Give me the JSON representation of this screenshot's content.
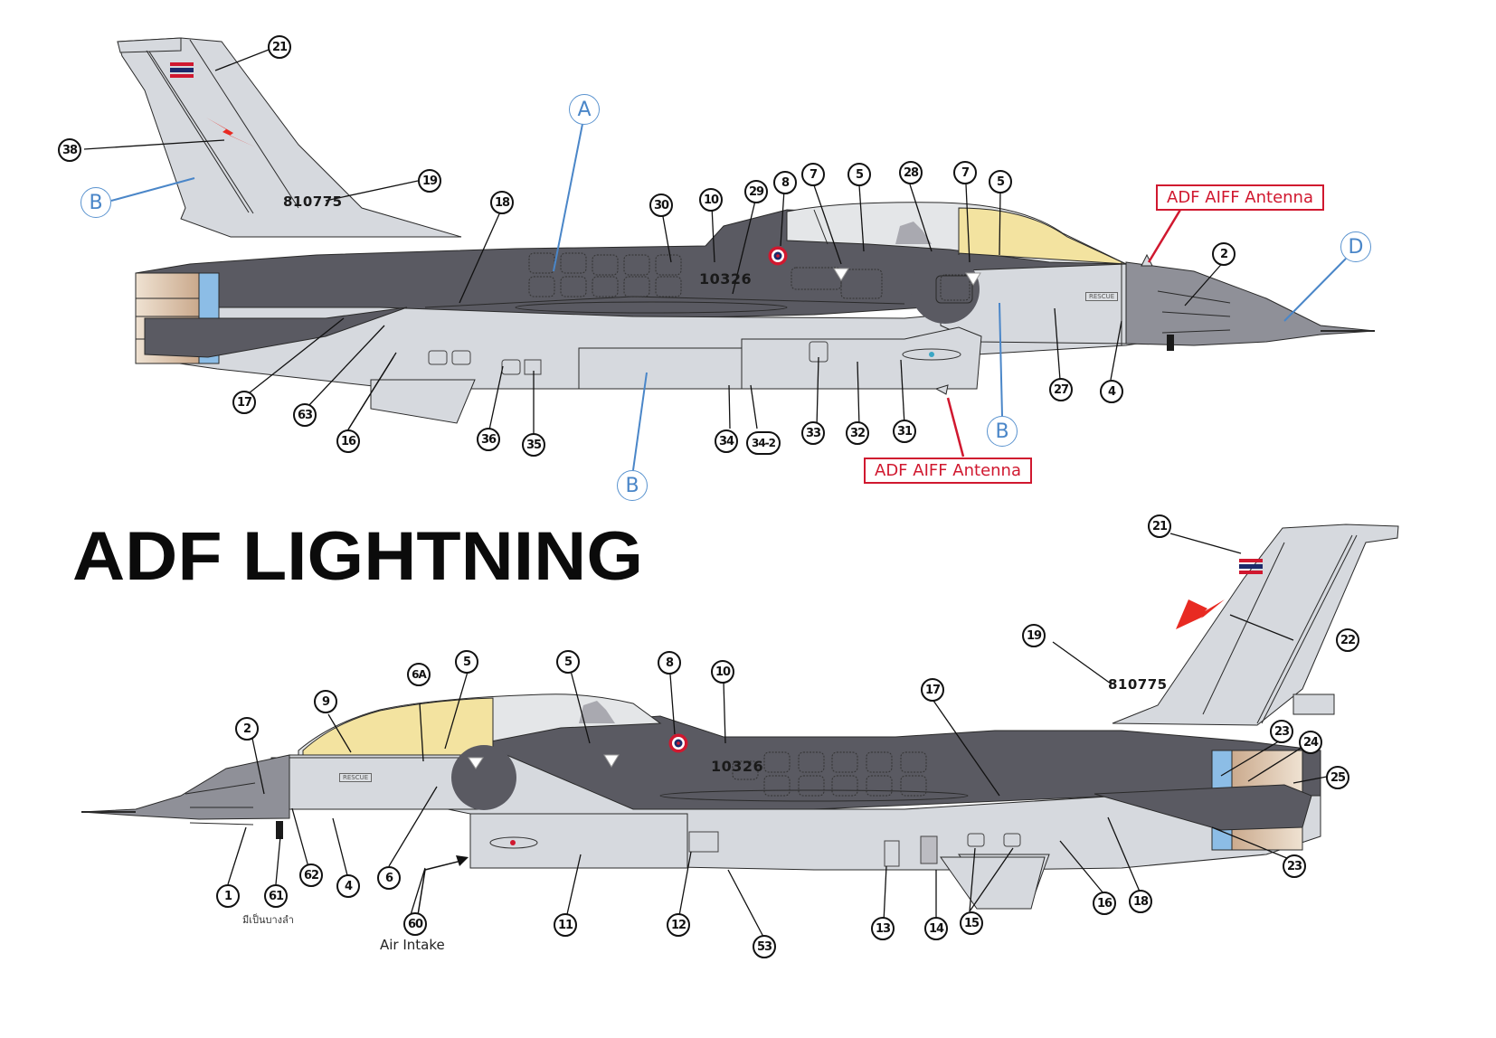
{
  "title": "ADF LIGHTNING",
  "colors": {
    "light_grey": "#d6d9de",
    "dark_grey": "#5a5a62",
    "canopy_yellow": "#f3e3a0",
    "canopy_clear": "#e4e6e8",
    "nose_grey": "#8f9098",
    "section_blue": "#4a86c8",
    "antenna_red": "#d0182f",
    "roundel_red": "#d0182f",
    "nozzle_blue": "#8cbde6",
    "nozzle_tan": "#d9c3ad"
  },
  "top_view": {
    "tail_serial": "810775",
    "fuselage_serial": "10326",
    "rescue_label": "RESCUE",
    "sections": [
      "A",
      "B",
      "B",
      "B",
      "D"
    ],
    "antenna_labels": [
      "ADF AIFF Antenna",
      "ADF AIFF Antenna"
    ],
    "callouts": [
      "21",
      "38",
      "19",
      "18",
      "30",
      "10",
      "29",
      "8",
      "7",
      "5",
      "28",
      "7",
      "5",
      "2",
      "4",
      "27",
      "17",
      "63",
      "16",
      "36",
      "35",
      "34",
      "34-2",
      "33",
      "32",
      "31"
    ]
  },
  "bottom_view": {
    "tail_serial": "810775",
    "fuselage_serial": "10326",
    "rescue_label": "RESCUE",
    "callouts": [
      "21",
      "19",
      "22",
      "2",
      "9",
      "6A",
      "5",
      "5",
      "8",
      "10",
      "17",
      "23",
      "24",
      "25",
      "23",
      "1",
      "61",
      "62",
      "4",
      "6",
      "60",
      "11",
      "12",
      "53",
      "13",
      "14",
      "15",
      "16",
      "18"
    ],
    "note_thai": "มีเป็นบางลำ",
    "air_intake_label": "Air Intake"
  }
}
